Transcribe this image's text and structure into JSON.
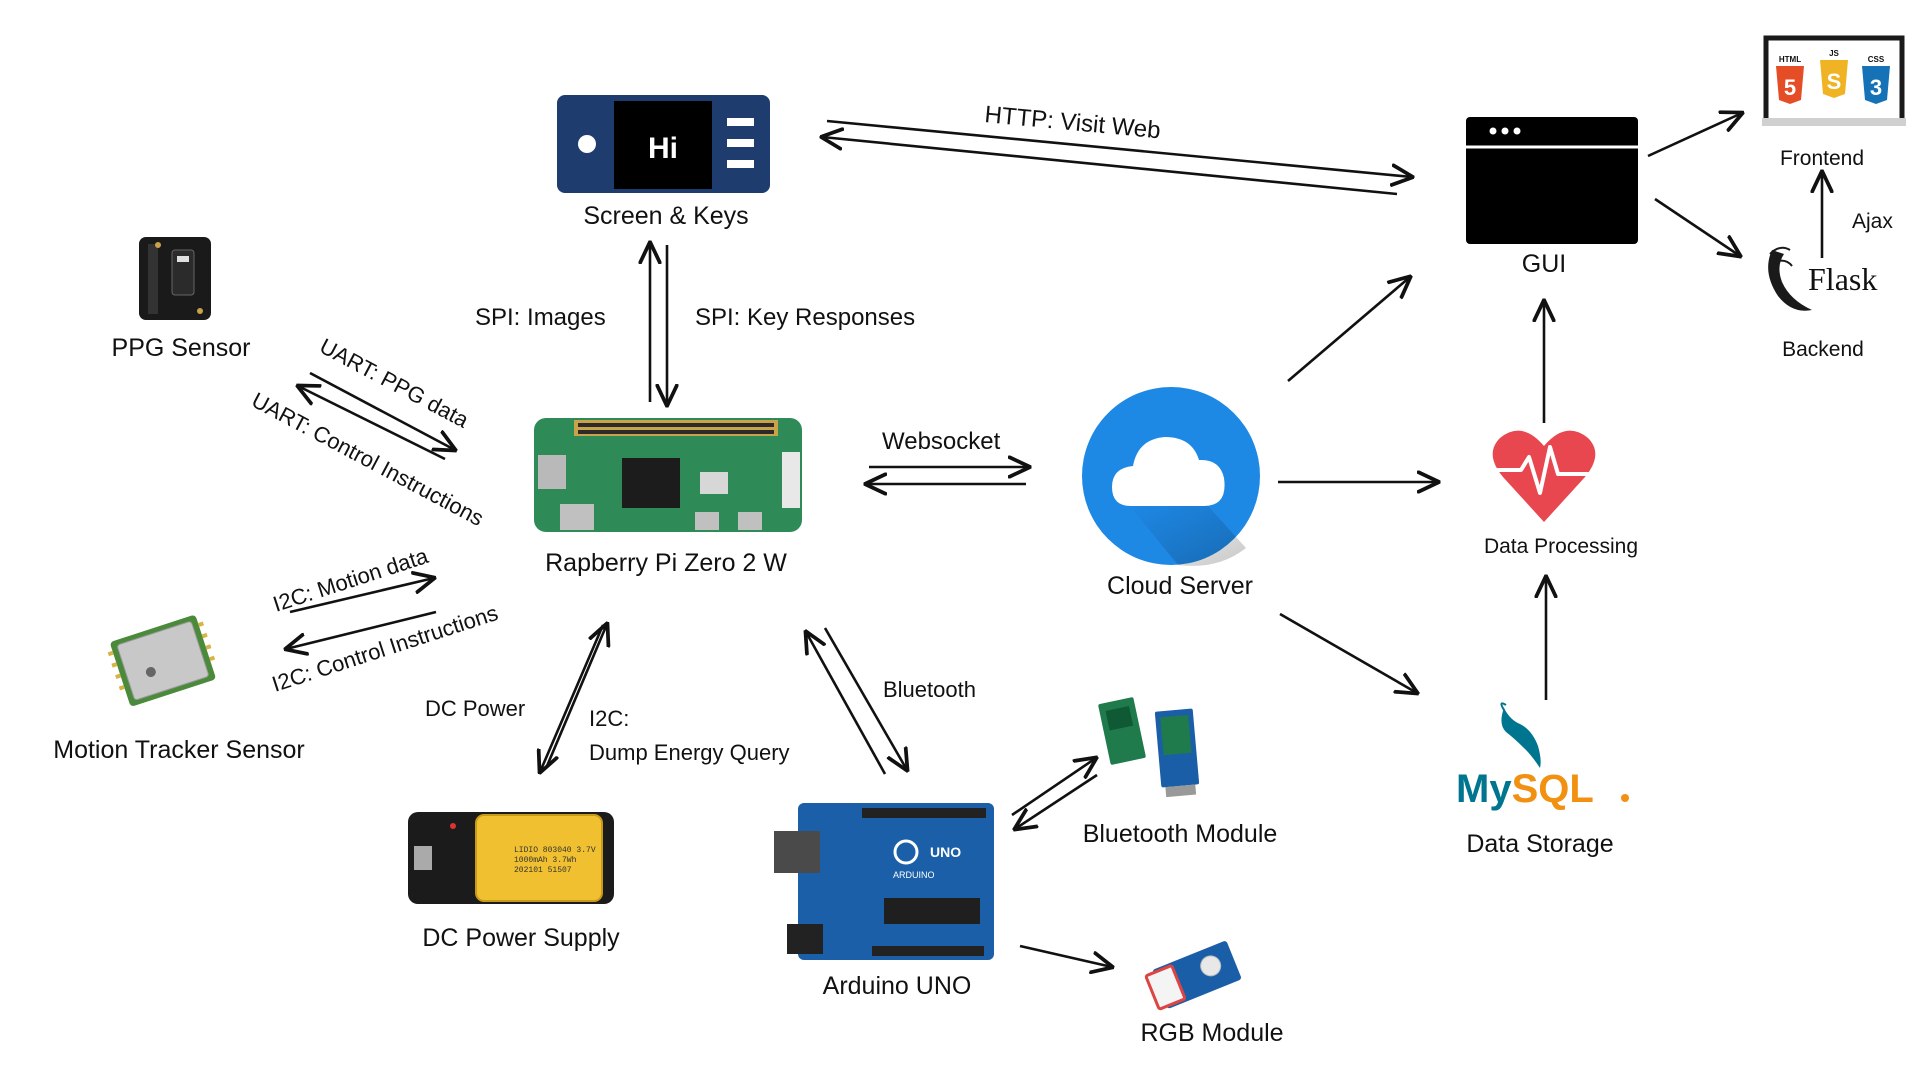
{
  "nodes": {
    "screen_keys": {
      "label": "Screen & Keys",
      "display_text": "Hi"
    },
    "ppg_sensor": {
      "label": "PPG Sensor"
    },
    "raspberry_pi": {
      "label": "Rapberry Pi Zero 2 W"
    },
    "motion_tracker": {
      "label": "Motion Tracker Sensor"
    },
    "dc_power_supply": {
      "label": "DC Power Supply",
      "battery_text": [
        "LIDIO 803040 3.7V",
        "1000mAh 3.7Wh",
        "202101 51507"
      ]
    },
    "arduino_uno": {
      "label": "Arduino UNO",
      "board_text": "UNO",
      "board_brand": "ARDUINO"
    },
    "bluetooth_module": {
      "label": "Bluetooth Module"
    },
    "rgb_module": {
      "label": "RGB Module"
    },
    "cloud_server": {
      "label": "Cloud Server"
    },
    "gui": {
      "label": "GUI"
    },
    "data_processing": {
      "label": "Data Processing"
    },
    "data_storage": {
      "label": "Data Storage",
      "logo_text": "MySQL"
    },
    "frontend": {
      "label": "Frontend",
      "badges": [
        "HTML",
        "JS",
        "CSS"
      ],
      "badge_digits": [
        "5",
        "S",
        "3"
      ]
    },
    "backend": {
      "label": "Backend",
      "logo_text": "Flask"
    }
  },
  "edges": {
    "http": "HTTP: Visit Web",
    "spi_images": "SPI: Images",
    "spi_keys": "SPI: Key Responses",
    "uart_ppg": "UART: PPG data",
    "uart_control": "UART: Control Instructions",
    "i2c_motion": "I2C: Motion data",
    "i2c_control": "I2C: Control Instructions",
    "websocket": "Websocket",
    "dc_power": "DC Power",
    "i2c_dump_1": "I2C:",
    "i2c_dump_2": "Dump Energy Query",
    "bluetooth": "Bluetooth",
    "ajax": "Ajax"
  },
  "colors": {
    "screen_body": "#1e3c6e",
    "cloud_blue": "#1e88e5",
    "heart_red": "#e8474f",
    "mysql_blue": "#00758f",
    "mysql_orange": "#f29111",
    "pcb_green": "#2e8b57",
    "arduino_blue": "#1a5fa8",
    "html_orange": "#e44d26",
    "js_yellow": "#f0b323",
    "css_blue": "#1572b6",
    "bt_green": "#1f7a4c",
    "bt_blue": "#1b5ea8"
  }
}
